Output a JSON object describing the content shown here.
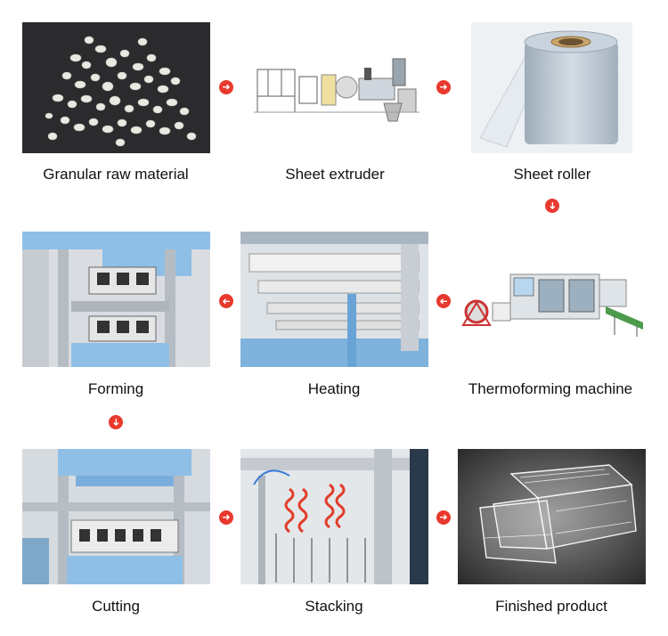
{
  "steps": [
    {
      "label": "Granular raw material",
      "image": "plastic-pellets"
    },
    {
      "label": "Sheet extruder",
      "image": "extruder-machine"
    },
    {
      "label": "Sheet roller",
      "image": "plastic-sheet-roll"
    },
    {
      "label": "Thermoforming machine",
      "image": "thermoforming-machine"
    },
    {
      "label": "Heating",
      "image": "heating-station"
    },
    {
      "label": "Forming",
      "image": "forming-press"
    },
    {
      "label": "Cutting",
      "image": "cutting-press"
    },
    {
      "label": "Stacking",
      "image": "stacking-unit"
    },
    {
      "label": "Finished product",
      "image": "clear-plastic-container"
    }
  ],
  "arrows": [
    {
      "from": "Granular raw material",
      "to": "Sheet extruder",
      "direction": "right"
    },
    {
      "from": "Sheet extruder",
      "to": "Sheet roller",
      "direction": "right"
    },
    {
      "from": "Sheet roller",
      "to": "Thermoforming machine",
      "direction": "down"
    },
    {
      "from": "Thermoforming machine",
      "to": "Heating",
      "direction": "left"
    },
    {
      "from": "Heating",
      "to": "Forming",
      "direction": "left"
    },
    {
      "from": "Forming",
      "to": "Cutting",
      "direction": "down"
    },
    {
      "from": "Cutting",
      "to": "Stacking",
      "direction": "right"
    },
    {
      "from": "Stacking",
      "to": "Finished product",
      "direction": "right"
    }
  ],
  "colors": {
    "arrow": "#e8392e",
    "machine_blue": "#8fbfe6",
    "text": "#111111"
  }
}
